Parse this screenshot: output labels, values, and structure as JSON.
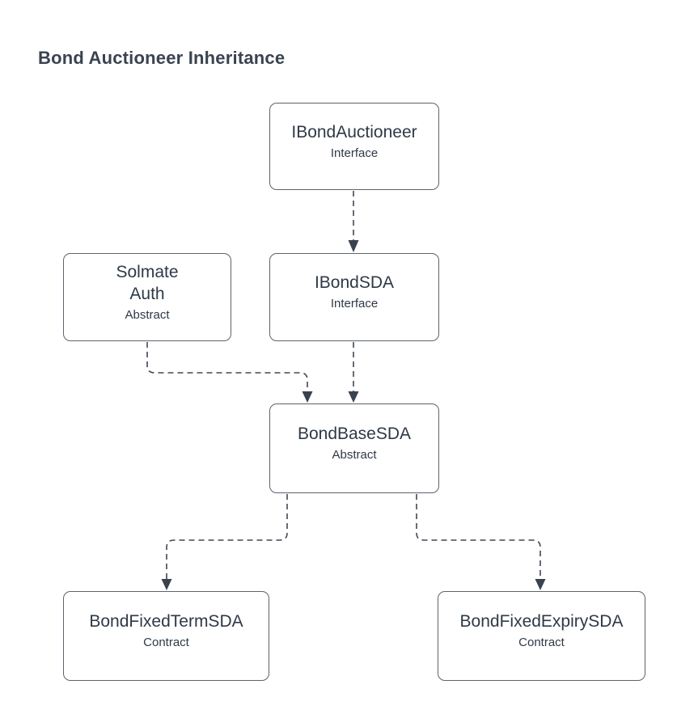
{
  "title": "Bond Auctioneer Inheritance",
  "diagram": {
    "nodes": [
      {
        "id": "IBondAuctioneer",
        "label": "IBondAuctioneer",
        "stereotype": "Interface"
      },
      {
        "id": "SolmateAuth",
        "label": "Solmate\nAuth",
        "stereotype": "Abstract"
      },
      {
        "id": "IBondSDA",
        "label": "IBondSDA",
        "stereotype": "Interface"
      },
      {
        "id": "BondBaseSDA",
        "label": "BondBaseSDA",
        "stereotype": "Abstract"
      },
      {
        "id": "BondFixedTermSDA",
        "label": "BondFixedTermSDA",
        "stereotype": "Contract"
      },
      {
        "id": "BondFixedExpirySDA",
        "label": "BondFixedExpirySDA",
        "stereotype": "Contract"
      }
    ],
    "edges": [
      {
        "from": "IBondAuctioneer",
        "to": "IBondSDA",
        "style": "dashed-arrow"
      },
      {
        "from": "SolmateAuth",
        "to": "BondBaseSDA",
        "style": "dashed-arrow"
      },
      {
        "from": "IBondSDA",
        "to": "BondBaseSDA",
        "style": "dashed-arrow"
      },
      {
        "from": "BondBaseSDA",
        "to": "BondFixedTermSDA",
        "style": "dashed-arrow"
      },
      {
        "from": "BondBaseSDA",
        "to": "BondFixedExpirySDA",
        "style": "dashed-arrow"
      }
    ],
    "colors": {
      "background": "#ffffff",
      "node_fill": "#ffffff",
      "node_border": "#5c646e",
      "node_text": "#2e3947",
      "connector": "#3f4854",
      "arrowhead": "#39424e",
      "title_text": "#3a4350"
    }
  }
}
